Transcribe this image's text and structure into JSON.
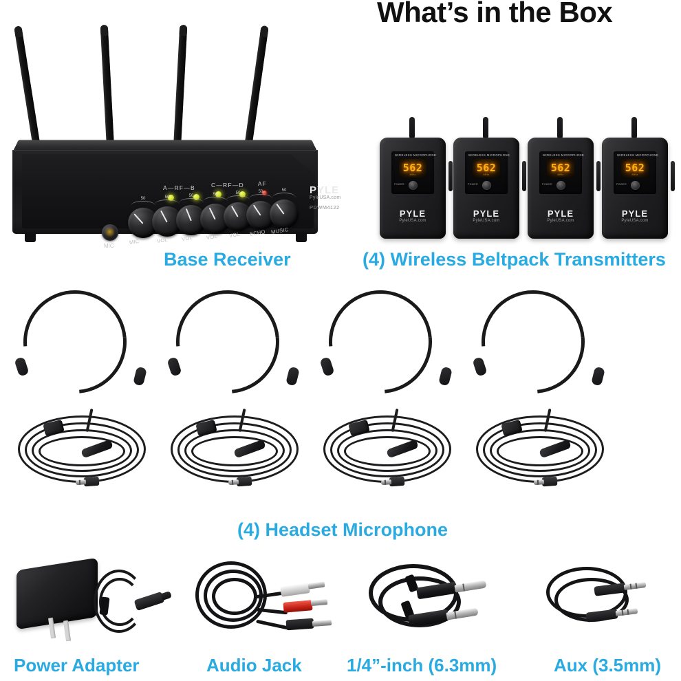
{
  "page": {
    "title": "What’s in the Box",
    "background_color": "#ffffff",
    "accent_color": "#29abe2",
    "title_color": "#111111"
  },
  "captions": {
    "base_receiver": "Base Receiver",
    "beltpack_transmitters": "(4) Wireless Beltpack Transmitters",
    "headset_microphone": "(4) Headset Microphone",
    "power_adapter": "Power Adapter",
    "audio_jack": "Audio Jack",
    "quarter_inch": "1/4”-inch (6.3mm)",
    "aux": "Aux (3.5mm)"
  },
  "receiver": {
    "brand": "PYLE",
    "website": "PyleUSA.com",
    "model": "PDWM4122",
    "rf_label_ab": "A—RF—B",
    "rf_label_cd": "C—RF—D",
    "af_label": "AF",
    "mic_jack_label": "MIC",
    "antenna_count": 4,
    "led_color_rf": "#cfe02a",
    "led_color_af": "#b32114",
    "knobs": [
      {
        "label": "MIC",
        "scale": "50"
      },
      {
        "label": "VOL",
        "scale": "50"
      },
      {
        "label": "VOL",
        "scale": "50"
      },
      {
        "label": "VOL",
        "scale": "50"
      },
      {
        "label": "VOL",
        "scale": "50"
      },
      {
        "label": "ECHO",
        "scale": "50"
      },
      {
        "label": "MUSIC",
        "scale": "50"
      }
    ]
  },
  "beltpack": {
    "panel_title": "WIRELESS MICROPHONE",
    "display_value": "562",
    "display_unit": "MHz",
    "display_color": "#ffae17",
    "power_label": "POWER",
    "brand": "PYLE",
    "website": "PyleUSA.com",
    "count": 4
  },
  "headset": {
    "count": 4
  },
  "accessories": [
    {
      "name": "power-adapter"
    },
    {
      "name": "audio-jack"
    },
    {
      "name": "quarter-inch-cable"
    },
    {
      "name": "aux-cable"
    }
  ]
}
